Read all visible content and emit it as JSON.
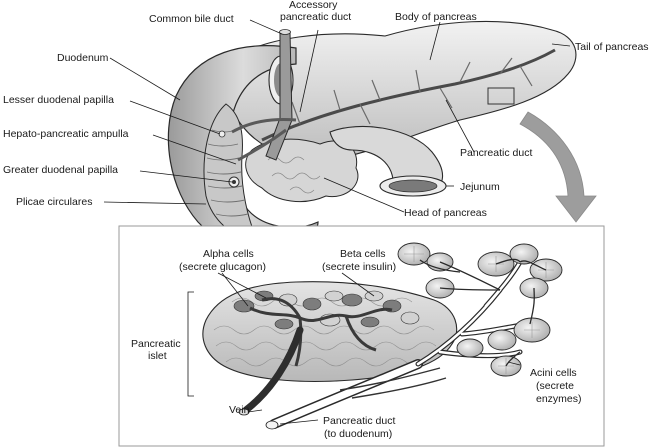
{
  "labels": {
    "common_bile_duct": "Common bile duct",
    "accessory_duct_1": "Accessory",
    "accessory_duct_2": "pancreatic duct",
    "body_of_pancreas": "Body of pancreas",
    "tail_of_pancreas": "Tail of pancreas",
    "duodenum": "Duodenum",
    "lesser_papilla": "Lesser duodenal papilla",
    "hepato_ampulla": "Hepato-pancreatic ampulla",
    "greater_papilla": "Greater duodenal papilla",
    "plicae": "Plicae circulares",
    "pancreatic_duct": "Pancreatic duct",
    "jejunum": "Jejunum",
    "head_of_pancreas": "Head of pancreas",
    "alpha_1": "Alpha cells",
    "alpha_2": "(secrete glucagon)",
    "beta_1": "Beta cells",
    "beta_2": "(secrete insulin)",
    "islet_1": "Pancreatic",
    "islet_2": "islet",
    "vein": "Vein",
    "duct2_1": "Pancreatic duct",
    "duct2_2": "(to duodenum)",
    "acini_1": "Acini cells",
    "acini_2": "(secrete",
    "acini_3": "enzymes)"
  },
  "colors": {
    "tissue_light": "#e6e6e6",
    "tissue_mid": "#bdbdbd",
    "tissue_dark": "#8c8c8c",
    "vessel_dark": "#3a3a3a",
    "ink": "#1a1a1a",
    "panel_border": "#9a9a9a",
    "arrow": "#9d9d9d"
  }
}
